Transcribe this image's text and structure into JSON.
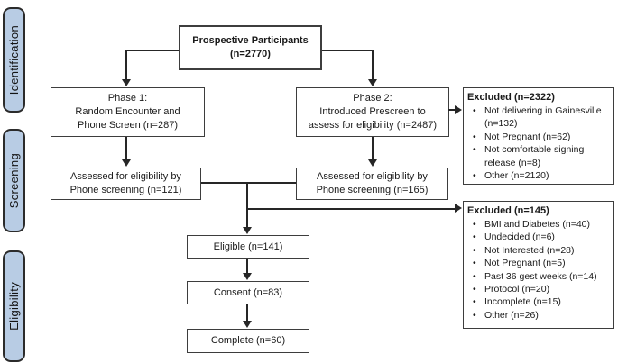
{
  "stages": {
    "identification": "Identification",
    "screening": "Screening",
    "eligibility": "Eligibility"
  },
  "boxes": {
    "prospective": {
      "lines": [
        "Prospective Participants",
        "(n=2770)"
      ]
    },
    "phase1": {
      "lines": [
        "Phase 1:",
        "Random Encounter and",
        "Phone Screen (n=287)"
      ]
    },
    "phase2": {
      "lines": [
        "Phase 2:",
        "Introduced Prescreen to",
        "assess for eligibility (n=2487)"
      ]
    },
    "excluded_prescreen": {
      "title": "Excluded (n=2322)",
      "items": [
        "Not delivering in Gainesville (n=132)",
        "Not Pregnant (n=62)",
        "Not comfortable signing release (n=8)",
        "Other (n=2120)"
      ]
    },
    "assessed_phase1": {
      "lines": [
        "Assessed for eligibility by",
        "Phone screening (n=121)"
      ]
    },
    "assessed_phase2": {
      "lines": [
        "Assessed for eligibility by",
        "Phone screening (n=165)"
      ]
    },
    "excluded_screening": {
      "title": "Excluded (n=145)",
      "items": [
        "BMI and Diabetes (n=40)",
        "Undecided (n=6)",
        "Not Interested (n=28)",
        "Not Pregnant (n=5)",
        "Past 36 gest weeks (n=14)",
        "Protocol (n=20)",
        "Incomplete (n=15)",
        "Other (n=26)"
      ]
    },
    "eligible": {
      "label": "Eligible (n=141)"
    },
    "consent": {
      "label": "Consent (n=83)"
    },
    "complete": {
      "label": "Complete (n=60)"
    }
  },
  "colors": {
    "stage_fill": "#b8cce4",
    "line": "#262626",
    "box_border": "#3d3d3d",
    "text": "#1a1a1a"
  }
}
